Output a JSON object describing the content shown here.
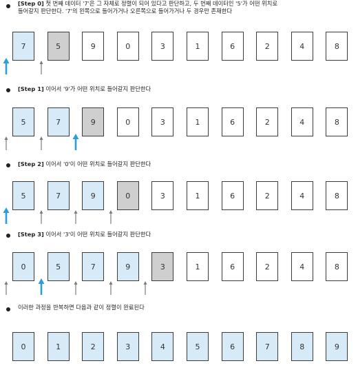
{
  "steps": [
    {
      "label": "[Step 0]",
      "text": " 첫 번째 데이터 '7'은 그 자체로 정렬이 되어 있다고 판단하고, 두 번째 데이터인 '5'가 어떤 위치로\n들어갈지 판단한다. '7'의 왼쪽으로 들어가거나 오른쪽으로 들어가거나 두 경우만 존재한다",
      "cards": [
        "7",
        "5",
        "9",
        "0",
        "3",
        "1",
        "6",
        "2",
        "4",
        "8"
      ],
      "sorted_count": 1,
      "current_index": 1,
      "arrows": [
        {
          "gap": 0,
          "active": true
        },
        {
          "gap": 1,
          "active": false
        }
      ]
    },
    {
      "label": "[Step 1]",
      "text": " 이어서 '9'가 어떤 위치로 들어갈지 판단한다",
      "cards": [
        "5",
        "7",
        "9",
        "0",
        "3",
        "1",
        "6",
        "2",
        "4",
        "8"
      ],
      "sorted_count": 2,
      "current_index": 2,
      "arrows": [
        {
          "gap": 0,
          "active": false
        },
        {
          "gap": 1,
          "active": false
        },
        {
          "gap": 2,
          "active": true
        }
      ]
    },
    {
      "label": "[Step 2]",
      "text": " 이어서 '0'이 어떤 위치로 들어갈지 판단한다",
      "cards": [
        "5",
        "7",
        "9",
        "0",
        "3",
        "1",
        "6",
        "2",
        "4",
        "8"
      ],
      "sorted_count": 3,
      "current_index": 3,
      "arrows": [
        {
          "gap": 0,
          "active": true
        },
        {
          "gap": 1,
          "active": false
        },
        {
          "gap": 2,
          "active": false
        },
        {
          "gap": 3,
          "active": false
        }
      ]
    },
    {
      "label": "[Step 3]",
      "text": " 이어서 '3'이 어떤 위치로 들어갈지 판단한다",
      "cards": [
        "0",
        "5",
        "7",
        "9",
        "3",
        "1",
        "6",
        "2",
        "4",
        "8"
      ],
      "sorted_count": 4,
      "current_index": 4,
      "arrows": [
        {
          "gap": 0,
          "active": false
        },
        {
          "gap": 1,
          "active": true
        },
        {
          "gap": 2,
          "active": false
        },
        {
          "gap": 3,
          "active": false
        },
        {
          "gap": 4,
          "active": false
        }
      ]
    }
  ],
  "final": {
    "text": "이러한 과정을 반복하면 다음과 같이 정렬이 완료된다",
    "cards": [
      "0",
      "1",
      "2",
      "3",
      "4",
      "5",
      "6",
      "7",
      "8",
      "9"
    ]
  },
  "colors": {
    "sorted_fill": "#d6eaf8",
    "current_fill": "#cfcfcf",
    "active_arrow": "#2a9fd6",
    "inactive_arrow": "#7a7a7a"
  }
}
